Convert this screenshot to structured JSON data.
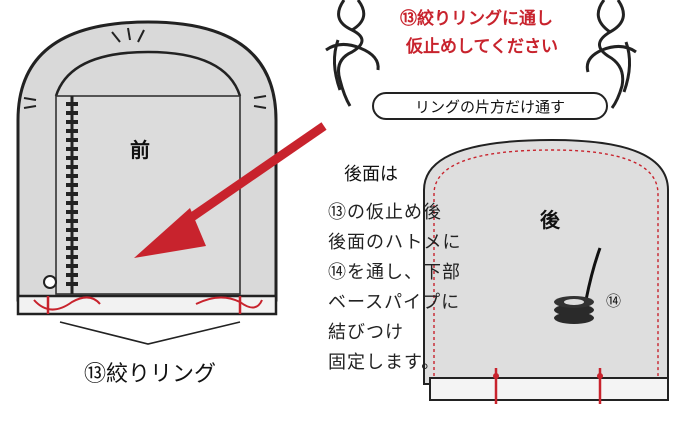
{
  "notes": {
    "ring_through_line1": "⑬絞りリングに通し",
    "ring_through_line2": "仮止めしてください",
    "one_side_only": "リングの片方だけ通す"
  },
  "front": {
    "label": "前"
  },
  "back": {
    "label": "後",
    "heading": "後面は"
  },
  "instructions": [
    "⑬の仮止め後",
    "後面のハトメに",
    "⑭を通し、下部",
    "ベースパイプに",
    "結びつけ",
    "固定します。"
  ],
  "parts": {
    "ring_label": "⑬絞りリング",
    "cord_label": "⑭"
  },
  "colors": {
    "accent_red": "#c8232d",
    "cover_gray": "#d9d9d9",
    "outline": "#222222"
  }
}
